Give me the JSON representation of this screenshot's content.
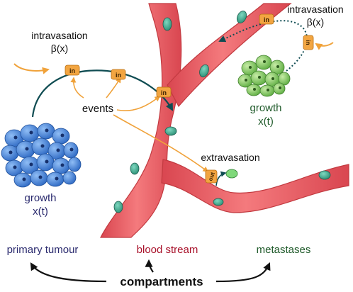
{
  "labels": {
    "intravasation_left": "intravasation",
    "beta_left": "β(x)",
    "intravasation_right": "intravasation",
    "beta_right": "β(x)",
    "events": "events",
    "extravasation": "extravasation",
    "growth_left": "growth",
    "xt_left": "x(t)",
    "growth_right": "growth",
    "xt_right": "x(t)"
  },
  "badges": {
    "in": "in",
    "out": "out"
  },
  "compartments": {
    "primary": "primary tumour",
    "blood": "blood stream",
    "metastases": "metastases",
    "title": "compartments"
  },
  "colors": {
    "primary": "#2a2a6e",
    "blood": "#a8112a",
    "metastases": "#1f5a2a",
    "vessel": "#e8545a",
    "vessel_dark": "#c23a40",
    "badge": "#f2a541",
    "orange_arrow": "#f0a23a",
    "tumour_blue": "#3a78d2",
    "met_green": "#79c25a",
    "curve_dark": "#0f4c52"
  }
}
